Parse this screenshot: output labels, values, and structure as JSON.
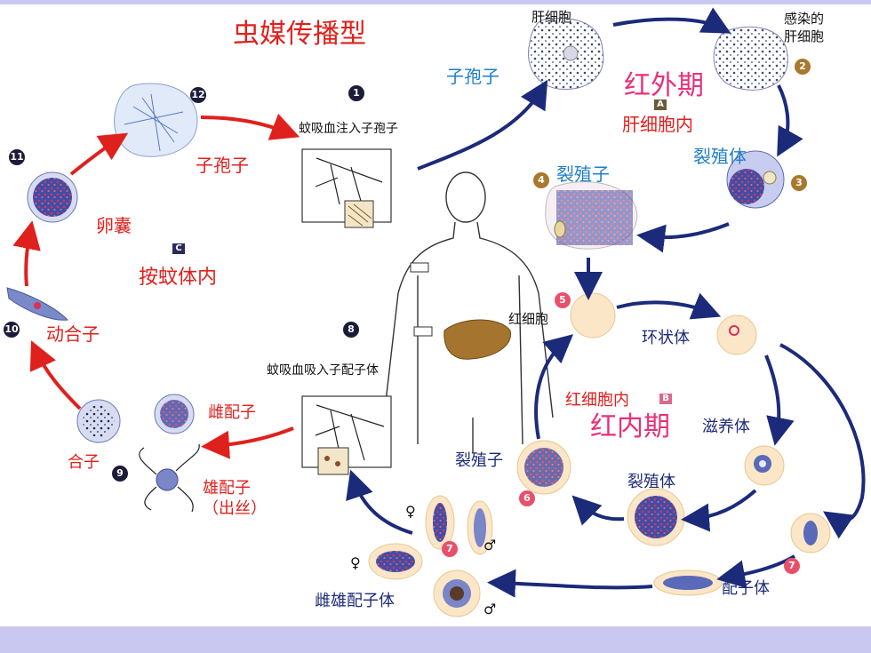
{
  "title": "虫媒传播型",
  "numbers": {
    "n1": "1",
    "n2": "2",
    "n3": "3",
    "n4": "4",
    "n5": "5",
    "n6": "6",
    "n7a": "7",
    "n7b": "7",
    "n8": "8",
    "n9": "9",
    "n10": "10",
    "n11": "11",
    "n12": "12"
  },
  "stage_boxes": {
    "a": "A",
    "b": "B",
    "c": "C"
  },
  "labels": {
    "mosquito_inject": "蚊吸血注入子孢子",
    "sporozoite_top": "子孢子",
    "liver_cell": "肝细胞",
    "infected_liver_cell": "感染的\n肝细胞",
    "exo_phase": "红外期",
    "in_liver_cell": "肝细胞内",
    "schizont_liver": "裂殖体",
    "merozoite_liver": "裂殖子",
    "red_blood_cell": "红细胞",
    "ring_form": "环状体",
    "in_rbc": "红细胞内",
    "ery_phase": "红内期",
    "trophozoite": "滋养体",
    "merozoite_rbc": "裂殖子",
    "schizont_rbc": "裂殖体",
    "gametocyte": "配子体",
    "male_female_gametocyte": "雌雄配子体",
    "mosquito_ingest": "蚊吸血吸入子配子体",
    "female_gamete": "雌配子",
    "zygote": "合子",
    "male_gamete": "雄配子\n（出丝）",
    "ookinete": "动合子",
    "oocyst": "卵囊",
    "in_mosquito": "按蚊体内",
    "sporozoite_left": "子孢子"
  },
  "symbols": {
    "female_a": "♀",
    "male_a": "♂",
    "female_b": "♀",
    "male_b": "♂"
  },
  "colors": {
    "red_text": "#e0201c",
    "blue_text": "#1f7fc8",
    "navy_arrow": "#1c2a7a",
    "red_arrow": "#e0201c",
    "band": "#c9c8f0"
  }
}
